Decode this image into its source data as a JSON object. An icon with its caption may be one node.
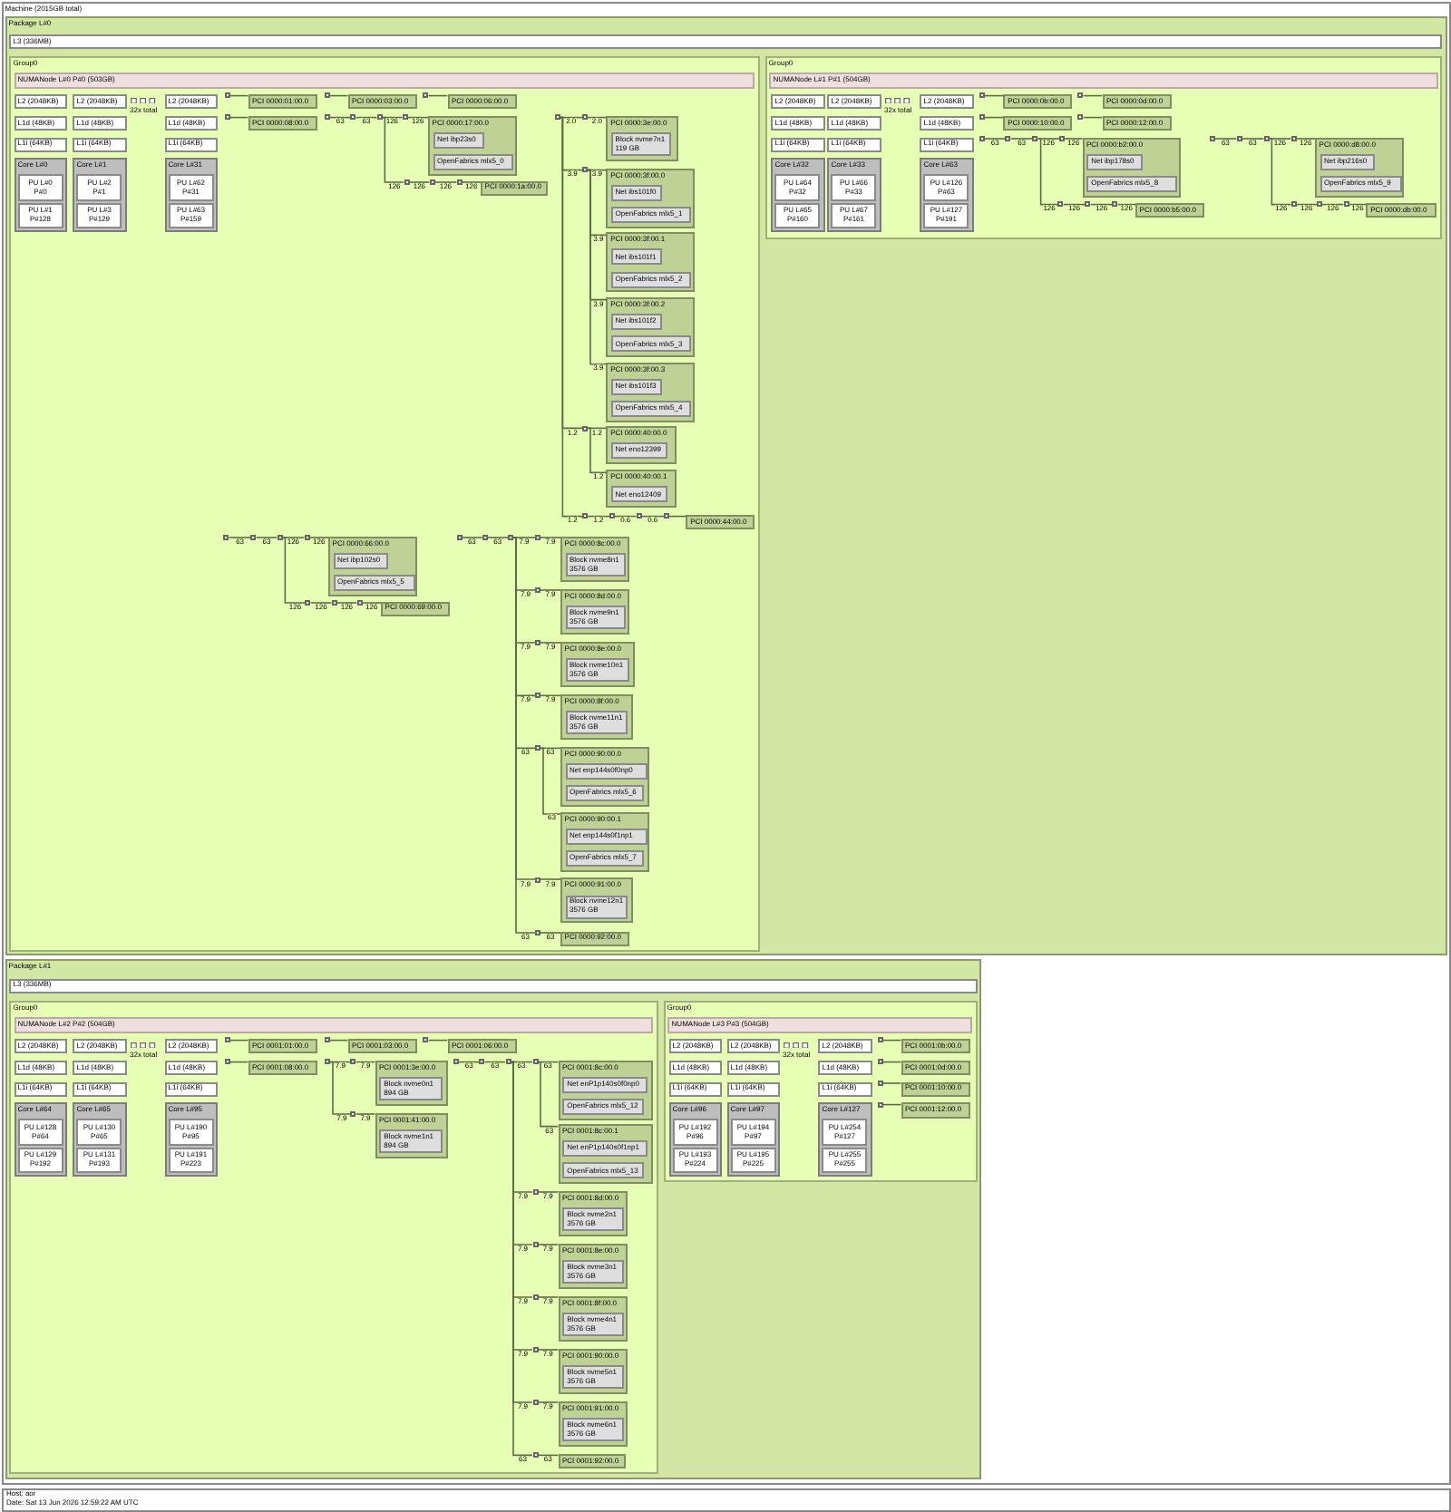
{
  "diagram": {
    "nodes": [
      {
        "text": [
          "Machine (2015GB total)"
        ]
      },
      {
        "text": [
          "Package L#0"
        ],
        "in": 0
      },
      {
        "text": [
          "L3 (336MB)"
        ],
        "in": 1
      },
      {
        "text": [
          "Group0"
        ],
        "in": 1
      },
      {
        "text": [
          "NUMANode L#0 P#0 (503GB)"
        ],
        "in": 3
      },
      {
        "text": [
          "L2 (2048KB)"
        ],
        "in": 3
      },
      {
        "text": [
          "L2 (2048KB)"
        ],
        "in": 3
      },
      {
        "text": [
          "L2 (2048KB)"
        ],
        "in": 3
      },
      {
        "text": [
          "L1d (48KB)"
        ],
        "in": 3
      },
      {
        "text": [
          "L1d (48KB)"
        ],
        "in": 3
      },
      {
        "text": [
          "L1d (48KB)"
        ],
        "in": 3
      },
      {
        "text": [
          "L1i (64KB)"
        ],
        "in": 3
      },
      {
        "text": [
          "L1i (64KB)"
        ],
        "in": 3
      },
      {
        "text": [
          "L1i (64KB)"
        ],
        "in": 3
      },
      {
        "text": [
          "Core L#0"
        ],
        "in": 3
      },
      {
        "text": [
          "PU L#0 P#0"
        ],
        "in": 14
      },
      {
        "text": [
          "PU L#1 P#128"
        ],
        "in": 14
      },
      {
        "text": [
          "Core L#1"
        ],
        "in": 3
      },
      {
        "text": [
          "PU L#2 P#1"
        ],
        "in": 17
      },
      {
        "text": [
          "PU L#3 P#129"
        ],
        "in": 17
      },
      {
        "text": [
          "Core L#31"
        ],
        "in": 3
      },
      {
        "text": [
          "PU L#62 P#31"
        ],
        "in": 20
      },
      {
        "text": [
          "PU L#63 P#159"
        ],
        "in": 20
      },
      {
        "text": [],
        "shape": "box",
        "in": 3
      },
      {
        "text": [
          "PCI 0000:01:00.0"
        ],
        "in": 3
      },
      {
        "text": [],
        "shape": "box",
        "in": 3
      },
      {
        "text": [
          "PCI 0000:03:00.0"
        ],
        "in": 3
      },
      {
        "text": [],
        "shape": "box",
        "in": 3
      },
      {
        "text": [
          "PCI 0000:06:00.0"
        ],
        "in": 3
      },
      {
        "text": [],
        "shape": "box",
        "in": 3
      },
      {
        "text": [
          "PCI 0000:08:00.0"
        ],
        "in": 3
      },
      {
        "text": [],
        "shape": "box",
        "in": 3
      },
      {
        "text": [],
        "shape": "box",
        "in": 3
      },
      {
        "text": [],
        "shape": "box",
        "in": 3
      },
      {
        "text": [],
        "shape": "box",
        "in": 3
      },
      {
        "text": [
          "PCI 0000:17:00.0"
        ],
        "in": 3
      },
      {
        "text": [
          "Net ibp23s0"
        ],
        "in": 35
      },
      {
        "text": [
          "OpenFabrics mlx5_0"
        ],
        "in": 35
      },
      {
        "text": [],
        "shape": "box",
        "in": 3
      },
      {
        "text": [],
        "shape": "box",
        "in": 3
      },
      {
        "text": [],
        "shape": "box",
        "in": 3
      },
      {
        "text": [
          "PCI 0000:1a:00.0"
        ],
        "in": 3
      },
      {
        "text": [],
        "shape": "box",
        "in": 3
      },
      {
        "text": [],
        "shape": "box",
        "in": 3
      },
      {
        "text": [
          "PCI 0000:3e:00.0"
        ],
        "in": 3
      },
      {
        "text": [
          "Block nvme7n1 119 GB"
        ],
        "in": 44
      },
      {
        "text": [],
        "shape": "box",
        "in": 3
      },
      {
        "text": [
          "PCI 0000:3f:00.0"
        ],
        "in": 3
      },
      {
        "text": [
          "Net ibs101f0"
        ],
        "in": 47
      },
      {
        "text": [
          "OpenFabrics mlx5_1"
        ],
        "in": 47
      },
      {
        "text": [
          "PCI 0000:3f:00.1"
        ],
        "in": 3
      },
      {
        "text": [
          "Net ibs101f1"
        ],
        "in": 50
      },
      {
        "text": [
          "OpenFabrics mlx5_2"
        ],
        "in": 50
      },
      {
        "text": [
          "PCI 0000:3f:00.2"
        ],
        "in": 3
      },
      {
        "text": [
          "Net ibs101f2"
        ],
        "in": 53
      },
      {
        "text": [
          "OpenFabrics mlx5_3"
        ],
        "in": 53
      },
      {
        "text": [
          "PCI 0000:3f:00.3"
        ],
        "in": 3
      },
      {
        "text": [
          "Net ibs101f3"
        ],
        "in": 56
      },
      {
        "text": [
          "OpenFabrics mlx5_4"
        ],
        "in": 56
      },
      {
        "text": [],
        "shape": "box",
        "in": 3
      },
      {
        "text": [
          "PCI 0000:40:00.0"
        ],
        "in": 3
      },
      {
        "text": [
          "Net eno12399"
        ],
        "in": 60
      },
      {
        "text": [
          "PCI 0000:40:00.1"
        ],
        "in": 3
      },
      {
        "text": [
          "Net eno12409"
        ],
        "in": 62
      },
      {
        "text": [],
        "shape": "box",
        "in": 3
      },
      {
        "text": [],
        "shape": "box",
        "in": 3
      },
      {
        "text": [],
        "shape": "box",
        "in": 3
      },
      {
        "text": [],
        "shape": "box",
        "in": 3
      },
      {
        "text": [
          "PCI 0000:44:00.0"
        ],
        "in": 3
      },
      {
        "text": [],
        "shape": "box",
        "in": 3
      },
      {
        "text": [],
        "shape": "box",
        "in": 3
      },
      {
        "text": [],
        "shape": "box",
        "in": 3
      },
      {
        "text": [],
        "shape": "box",
        "in": 3
      },
      {
        "text": [
          "PCI 0000:66:00.0"
        ],
        "in": 3
      },
      {
        "text": [
          "Net ibp102s0"
        ],
        "in": 73
      },
      {
        "text": [
          "OpenFabrics mlx5_5"
        ],
        "in": 73
      },
      {
        "text": [],
        "shape": "box",
        "in": 3
      },
      {
        "text": [],
        "shape": "box",
        "in": 3
      },
      {
        "text": [],
        "shape": "box",
        "in": 3
      },
      {
        "text": [
          "PCI 0000:69:00.0"
        ],
        "in": 3
      },
      {
        "text": [],
        "shape": "box",
        "in": 3
      },
      {
        "text": [],
        "shape": "box",
        "in": 3
      },
      {
        "text": [],
        "shape": "box",
        "in": 3
      },
      {
        "text": [],
        "shape": "box",
        "in": 3
      },
      {
        "text": [
          "PCI 0000:8c:00.0"
        ],
        "in": 3
      },
      {
        "text": [
          "Block nvme8n1 3576 GB"
        ],
        "in": 84
      },
      {
        "text": [],
        "shape": "box",
        "in": 3
      },
      {
        "text": [
          "PCI 0000:8d:00.0"
        ],
        "in": 3
      },
      {
        "text": [
          "Block nvme9n1 3576 GB"
        ],
        "in": 87
      },
      {
        "text": [],
        "shape": "box",
        "in": 3
      },
      {
        "text": [
          "PCI 0000:8e:00.0"
        ],
        "in": 3
      },
      {
        "text": [
          "Block nvme10n1 3576 GB"
        ],
        "in": 90
      },
      {
        "text": [],
        "shape": "box",
        "in": 3
      },
      {
        "text": [
          "PCI 0000:8f:00.0"
        ],
        "in": 3
      },
      {
        "text": [
          "Block nvme11n1 3576 GB"
        ],
        "in": 93
      },
      {
        "text": [],
        "shape": "box",
        "in": 3
      },
      {
        "text": [
          "PCI 0000:90:00.0"
        ],
        "in": 3
      },
      {
        "text": [
          "Net enp144s0f0np0"
        ],
        "in": 96
      },
      {
        "text": [
          "OpenFabrics mlx5_6"
        ],
        "in": 96
      },
      {
        "text": [
          "PCI 0000:90:00.1"
        ],
        "in": 3
      },
      {
        "text": [
          "Net enp144s0f1np1"
        ],
        "in": 99
      },
      {
        "text": [
          "OpenFabrics mlx5_7"
        ],
        "in": 99
      },
      {
        "text": [],
        "shape": "box",
        "in": 3
      },
      {
        "text": [
          "PCI 0000:91:00.0"
        ],
        "in": 3
      },
      {
        "text": [
          "Block nvme12n1 3576 GB"
        ],
        "in": 103
      },
      {
        "text": [],
        "shape": "box",
        "in": 3
      },
      {
        "text": [
          "PCI 0000:92:00.0"
        ],
        "in": 3
      },
      {
        "text": [
          "Group0"
        ],
        "in": 1
      },
      {
        "text": [
          "NUMANode L#1 P#1 (504GB)"
        ],
        "in": 107
      },
      {
        "text": [
          "L2 (2048KB)"
        ],
        "in": 107
      },
      {
        "text": [
          "L2 (2048KB)"
        ],
        "in": 107
      },
      {
        "text": [
          "L2 (2048KB)"
        ],
        "in": 107
      },
      {
        "text": [
          "L1d (48KB)"
        ],
        "in": 107
      },
      {
        "text": [
          "L1d (48KB)"
        ],
        "in": 107
      },
      {
        "text": [
          "L1d (48KB)"
        ],
        "in": 107
      },
      {
        "text": [
          "L1i (64KB)"
        ],
        "in": 107
      },
      {
        "text": [
          "L1i (64KB)"
        ],
        "in": 107
      },
      {
        "text": [
          "L1i (64KB)"
        ],
        "in": 107
      },
      {
        "text": [
          "Core L#32"
        ],
        "in": 107
      },
      {
        "text": [
          "PU L#64 P#32"
        ],
        "in": 118
      },
      {
        "text": [
          "PU L#65 P#160"
        ],
        "in": 118
      },
      {
        "text": [
          "Core L#33"
        ],
        "in": 107
      },
      {
        "text": [
          "PU L#66 P#33"
        ],
        "in": 121
      },
      {
        "text": [
          "PU L#67 P#161"
        ],
        "in": 121
      },
      {
        "text": [
          "Core L#63"
        ],
        "in": 107
      },
      {
        "text": [
          "PU L#126 P#63"
        ],
        "in": 124
      },
      {
        "text": [
          "PU L#127 P#191"
        ],
        "in": 124
      },
      {
        "text": [],
        "shape": "box",
        "in": 107
      },
      {
        "text": [
          "PCI 0000:0b:00.0"
        ],
        "in": 107
      },
      {
        "text": [],
        "shape": "box",
        "in": 107
      },
      {
        "text": [
          "PCI 0000:0d:00.0"
        ],
        "in": 107
      },
      {
        "text": [],
        "shape": "box",
        "in": 107
      },
      {
        "text": [
          "PCI 0000:10:00.0"
        ],
        "in": 107
      },
      {
        "text": [],
        "shape": "box",
        "in": 107
      },
      {
        "text": [
          "PCI 0000:12:00.0"
        ],
        "in": 107
      },
      {
        "text": [],
        "shape": "box",
        "in": 107
      },
      {
        "text": [],
        "shape": "box",
        "in": 107
      },
      {
        "text": [],
        "shape": "box",
        "in": 107
      },
      {
        "text": [],
        "shape": "box",
        "in": 107
      },
      {
        "text": [
          "PCI 0000:b2:00.0"
        ],
        "in": 107
      },
      {
        "text": [
          "Net ibp178s0"
        ],
        "in": 139
      },
      {
        "text": [
          "OpenFabrics mlx5_8"
        ],
        "in": 139
      },
      {
        "text": [],
        "shape": "box",
        "in": 107
      },
      {
        "text": [],
        "shape": "box",
        "in": 107
      },
      {
        "text": [],
        "shape": "box",
        "in": 107
      },
      {
        "text": [
          "PCI 0000:b5:00.0"
        ],
        "in": 107
      },
      {
        "text": [],
        "shape": "box",
        "in": 107
      },
      {
        "text": [],
        "shape": "box",
        "in": 107
      },
      {
        "text": [],
        "shape": "box",
        "in": 107
      },
      {
        "text": [],
        "shape": "box",
        "in": 107
      },
      {
        "text": [
          "PCI 0000:d8:00.0"
        ],
        "in": 107
      },
      {
        "text": [
          "Net ibp216s0"
        ],
        "in": 150
      },
      {
        "text": [
          "OpenFabrics mlx5_9"
        ],
        "in": 150
      },
      {
        "text": [],
        "shape": "box",
        "in": 107
      },
      {
        "text": [],
        "shape": "box",
        "in": 107
      },
      {
        "text": [],
        "shape": "box",
        "in": 107
      },
      {
        "text": [
          "PCI 0000:db:00.0"
        ],
        "in": 107
      },
      {
        "text": [
          "Package L#1"
        ],
        "in": 0
      },
      {
        "text": [
          "L3 (336MB)"
        ],
        "in": 157
      },
      {
        "text": [
          "Group0"
        ],
        "in": 157
      },
      {
        "text": [
          "NUMANode L#2 P#2 (504GB)"
        ],
        "in": 159
      },
      {
        "text": [
          "L2 (2048KB)"
        ],
        "in": 159
      },
      {
        "text": [
          "L2 (2048KB)"
        ],
        "in": 159
      },
      {
        "text": [
          "L2 (2048KB)"
        ],
        "in": 159
      },
      {
        "text": [
          "L1d (48KB)"
        ],
        "in": 159
      },
      {
        "text": [
          "L1d (48KB)"
        ],
        "in": 159
      },
      {
        "text": [
          "L1d (48KB)"
        ],
        "in": 159
      },
      {
        "text": [
          "L1i (64KB)"
        ],
        "in": 159
      },
      {
        "text": [
          "L1i (64KB)"
        ],
        "in": 159
      },
      {
        "text": [
          "L1i (64KB)"
        ],
        "in": 159
      },
      {
        "text": [
          "Core L#64"
        ],
        "in": 159
      },
      {
        "text": [
          "PU L#128 P#64"
        ],
        "in": 170
      },
      {
        "text": [
          "PU L#129 P#192"
        ],
        "in": 170
      },
      {
        "text": [
          "Core L#65"
        ],
        "in": 159
      },
      {
        "text": [
          "PU L#130 P#65"
        ],
        "in": 173
      },
      {
        "text": [
          "PU L#131 P#193"
        ],
        "in": 173
      },
      {
        "text": [
          "Core L#95"
        ],
        "in": 159
      },
      {
        "text": [
          "PU L#190 P#95"
        ],
        "in": 176
      },
      {
        "text": [
          "PU L#191 P#223"
        ],
        "in": 176
      },
      {
        "text": [],
        "shape": "box",
        "in": 159
      },
      {
        "text": [
          "PCI 0001:01:00.0"
        ],
        "in": 159
      },
      {
        "text": [],
        "shape": "box",
        "in": 159
      },
      {
        "text": [
          "PCI 0001:03:00.0"
        ],
        "in": 159
      },
      {
        "text": [],
        "shape": "box",
        "in": 159
      },
      {
        "text": [
          "PCI 0001:06:00.0"
        ],
        "in": 159
      },
      {
        "text": [],
        "shape": "box",
        "in": 159
      },
      {
        "text": [
          "PCI 0001:08:00.0"
        ],
        "in": 159
      },
      {
        "text": [],
        "shape": "box",
        "in": 159
      },
      {
        "text": [],
        "shape": "box",
        "in": 159
      },
      {
        "text": [
          "PCI 0001:3e:00.0"
        ],
        "in": 159
      },
      {
        "text": [
          "Block nvme0n1 894 GB"
        ],
        "in": 189
      },
      {
        "text": [],
        "shape": "box",
        "in": 159
      },
      {
        "text": [
          "PCI 0001:41:00.0"
        ],
        "in": 159
      },
      {
        "text": [
          "Block nvme1n1 894 GB"
        ],
        "in": 192
      },
      {
        "text": [],
        "shape": "box",
        "in": 159
      },
      {
        "text": [],
        "shape": "box",
        "in": 159
      },
      {
        "text": [],
        "shape": "box",
        "in": 159
      },
      {
        "text": [],
        "shape": "box",
        "in": 159
      },
      {
        "text": [
          "PCI 0001:8c:00.0"
        ],
        "in": 159
      },
      {
        "text": [
          "Net enP1p140s0f0np0"
        ],
        "in": 198
      },
      {
        "text": [
          "OpenFabrics mlx5_12"
        ],
        "in": 198
      },
      {
        "text": [
          "PCI 0001:8c:00.1"
        ],
        "in": 159
      },
      {
        "text": [
          "Net enP1p140s0f1np1"
        ],
        "in": 201
      },
      {
        "text": [
          "OpenFabrics mlx5_13"
        ],
        "in": 201
      },
      {
        "text": [],
        "shape": "box",
        "in": 159
      },
      {
        "text": [
          "PCI 0001:8d:00.0"
        ],
        "in": 159
      },
      {
        "text": [
          "Block nvme2n1 3576 GB"
        ],
        "in": 205
      },
      {
        "text": [],
        "shape": "box",
        "in": 159
      },
      {
        "text": [
          "PCI 0001:8e:00.0"
        ],
        "in": 159
      },
      {
        "text": [
          "Block nvme3n1 3576 GB"
        ],
        "in": 208
      },
      {
        "text": [],
        "shape": "box",
        "in": 159
      },
      {
        "text": [
          "PCI 0001:8f:00.0"
        ],
        "in": 159
      },
      {
        "text": [
          "Block nvme4n1 3576 GB"
        ],
        "in": 211
      },
      {
        "text": [],
        "shape": "box",
        "in": 159
      },
      {
        "text": [
          "PCI 0001:90:00.0"
        ],
        "in": 159
      },
      {
        "text": [
          "Block nvme5n1 3576 GB"
        ],
        "in": 214
      },
      {
        "text": [],
        "shape": "box",
        "in": 159
      },
      {
        "text": [
          "PCI 0001:91:00.0"
        ],
        "in": 159
      },
      {
        "text": [
          "Block nvme6n1 3576 GB"
        ],
        "in": 217
      },
      {
        "text": [],
        "shape": "box",
        "in": 159
      },
      {
        "text": [
          "PCI 0001:92:00.0"
        ],
        "in": 159
      },
      {
        "text": [
          "Group0"
        ],
        "in": 157
      },
      {
        "text": [
          "NUMANode L#3 P#3 (504GB)"
        ],
        "in": 221
      },
      {
        "text": [
          "L2 (2048KB)"
        ],
        "in": 221
      },
      {
        "text": [
          "L2 (2048KB)"
        ],
        "in": 221
      },
      {
        "text": [
          "L2 (2048KB)"
        ],
        "in": 221
      },
      {
        "text": [
          "L1d (48KB)"
        ],
        "in": 221
      },
      {
        "text": [
          "L1d (48KB)"
        ],
        "in": 221
      },
      {
        "text": [
          "L1d (48KB)"
        ],
        "in": 221
      },
      {
        "text": [
          "L1i (64KB)"
        ],
        "in": 221
      },
      {
        "text": [
          "L1i (64KB)"
        ],
        "in": 221
      },
      {
        "text": [
          "L1i (64KB)"
        ],
        "in": 221
      },
      {
        "text": [
          "Core L#96"
        ],
        "in": 221
      },
      {
        "text": [
          "PU L#192 P#96"
        ],
        "in": 232
      },
      {
        "text": [
          "PU L#193 P#224"
        ],
        "in": 232
      },
      {
        "text": [
          "Core L#97"
        ],
        "in": 221
      },
      {
        "text": [
          "PU L#194 P#97"
        ],
        "in": 235
      },
      {
        "text": [
          "PU L#195 P#225"
        ],
        "in": 235
      },
      {
        "text": [
          "Core L#127"
        ],
        "in": 221
      },
      {
        "text": [
          "PU L#254 P#127"
        ],
        "in": 238
      },
      {
        "text": [
          "PU L#255 P#255"
        ],
        "in": 238
      },
      {
        "text": [],
        "shape": "box",
        "in": 221
      },
      {
        "text": [
          "PCI 0001:0b:00.0"
        ],
        "in": 221
      },
      {
        "text": [],
        "shape": "box",
        "in": 221
      },
      {
        "text": [
          "PCI 0001:0d:00.0"
        ],
        "in": 221
      },
      {
        "text": [],
        "shape": "box",
        "in": 221
      },
      {
        "text": [
          "PCI 0001:10:00.0"
        ],
        "in": 221
      },
      {
        "text": [],
        "shape": "box",
        "in": 221
      },
      {
        "text": [
          "PCI 0001:12:00.0"
        ],
        "in": 221
      }
    ],
    "edges": [
      {
        "from": 23,
        "to": 24,
        "arrow": "none"
      },
      {
        "from": 25,
        "to": 26,
        "arrow": "none"
      },
      {
        "from": 27,
        "to": 28,
        "arrow": "none"
      },
      {
        "from": 29,
        "to": 30,
        "arrow": "none"
      },
      {
        "from": 31,
        "to": 32,
        "arrow": "none",
        "label": "63"
      },
      {
        "from": 32,
        "to": 33,
        "arrow": "none",
        "label": "63"
      },
      {
        "from": 33,
        "to": 34,
        "arrow": "none",
        "label": "126"
      },
      {
        "from": 34,
        "to": 35,
        "arrow": "none",
        "label": "126"
      },
      {
        "from": 33,
        "to": 38,
        "arrow": "none",
        "label": "126"
      },
      {
        "from": 38,
        "to": 39,
        "arrow": "none",
        "label": "126"
      },
      {
        "from": 39,
        "to": 40,
        "arrow": "none",
        "label": "126"
      },
      {
        "from": 40,
        "to": 41,
        "arrow": "none",
        "label": "126"
      },
      {
        "from": 42,
        "to": 43,
        "arrow": "none",
        "label": "2.0"
      },
      {
        "from": 43,
        "to": 44,
        "arrow": "none",
        "label": "2.0"
      },
      {
        "from": 42,
        "to": 46,
        "arrow": "none",
        "label": "3.9"
      },
      {
        "from": 46,
        "to": 47,
        "arrow": "none",
        "label": "3.9"
      },
      {
        "from": 46,
        "to": 50,
        "arrow": "none",
        "label": "3.9"
      },
      {
        "from": 46,
        "to": 53,
        "arrow": "none",
        "label": "3.9"
      },
      {
        "from": 46,
        "to": 56,
        "arrow": "none",
        "label": "3.9"
      },
      {
        "from": 42,
        "to": 59,
        "arrow": "none",
        "label": "1.2"
      },
      {
        "from": 59,
        "to": 60,
        "arrow": "none",
        "label": "1.2"
      },
      {
        "from": 59,
        "to": 62,
        "arrow": "none",
        "label": "1.2"
      },
      {
        "from": 42,
        "to": 64,
        "arrow": "none",
        "label": "1.2"
      },
      {
        "from": 64,
        "to": 65,
        "arrow": "none",
        "label": "1.2"
      },
      {
        "from": 65,
        "to": 66,
        "arrow": "none",
        "label": "0.6"
      },
      {
        "from": 66,
        "to": 67,
        "arrow": "none",
        "label": "0.6"
      },
      {
        "from": 67,
        "to": 68,
        "arrow": "none"
      },
      {
        "from": 69,
        "to": 70,
        "arrow": "none",
        "label": "63"
      },
      {
        "from": 70,
        "to": 71,
        "arrow": "none",
        "label": "63"
      },
      {
        "from": 71,
        "to": 72,
        "arrow": "none",
        "label": "126"
      },
      {
        "from": 72,
        "to": 73,
        "arrow": "none",
        "label": "126"
      },
      {
        "from": 71,
        "to": 76,
        "arrow": "none",
        "label": "126"
      },
      {
        "from": 76,
        "to": 77,
        "arrow": "none",
        "label": "126"
      },
      {
        "from": 77,
        "to": 78,
        "arrow": "none",
        "label": "126"
      },
      {
        "from": 78,
        "to": 79,
        "arrow": "none",
        "label": "126"
      },
      {
        "from": 80,
        "to": 81,
        "arrow": "none",
        "label": "63"
      },
      {
        "from": 81,
        "to": 82,
        "arrow": "none",
        "label": "63"
      },
      {
        "from": 82,
        "to": 83,
        "arrow": "none",
        "label": "7.9"
      },
      {
        "from": 83,
        "to": 84,
        "arrow": "none",
        "label": "7.9"
      },
      {
        "from": 82,
        "to": 86,
        "arrow": "none",
        "label": "7.9"
      },
      {
        "from": 86,
        "to": 87,
        "arrow": "none",
        "label": "7.9"
      },
      {
        "from": 82,
        "to": 89,
        "arrow": "none",
        "label": "7.9"
      },
      {
        "from": 89,
        "to": 90,
        "arrow": "none",
        "label": "7.9"
      },
      {
        "from": 82,
        "to": 92,
        "arrow": "none",
        "label": "7.9"
      },
      {
        "from": 92,
        "to": 93,
        "arrow": "none",
        "label": "7.9"
      },
      {
        "from": 82,
        "to": 95,
        "arrow": "none",
        "label": "63"
      },
      {
        "from": 95,
        "to": 96,
        "arrow": "none",
        "label": "63"
      },
      {
        "from": 95,
        "to": 99,
        "arrow": "none",
        "label": "63"
      },
      {
        "from": 82,
        "to": 102,
        "arrow": "none",
        "label": "7.9"
      },
      {
        "from": 102,
        "to": 103,
        "arrow": "none",
        "label": "7.9"
      },
      {
        "from": 82,
        "to": 105,
        "arrow": "none",
        "label": "63"
      },
      {
        "from": 105,
        "to": 106,
        "arrow": "none",
        "label": "63"
      },
      {
        "from": 127,
        "to": 128,
        "arrow": "none"
      },
      {
        "from": 129,
        "to": 130,
        "arrow": "none"
      },
      {
        "from": 131,
        "to": 132,
        "arrow": "none"
      },
      {
        "from": 133,
        "to": 134,
        "arrow": "none"
      },
      {
        "from": 135,
        "to": 136,
        "arrow": "none",
        "label": "63"
      },
      {
        "from": 136,
        "to": 137,
        "arrow": "none",
        "label": "63"
      },
      {
        "from": 137,
        "to": 138,
        "arrow": "none",
        "label": "126"
      },
      {
        "from": 138,
        "to": 139,
        "arrow": "none",
        "label": "126"
      },
      {
        "from": 137,
        "to": 142,
        "arrow": "none",
        "label": "126"
      },
      {
        "from": 142,
        "to": 143,
        "arrow": "none",
        "label": "126"
      },
      {
        "from": 143,
        "to": 144,
        "arrow": "none",
        "label": "126"
      },
      {
        "from": 144,
        "to": 145,
        "arrow": "none",
        "label": "126"
      },
      {
        "from": 146,
        "to": 147,
        "arrow": "none",
        "label": "63"
      },
      {
        "from": 147,
        "to": 148,
        "arrow": "none",
        "label": "63"
      },
      {
        "from": 148,
        "to": 149,
        "arrow": "none",
        "label": "126"
      },
      {
        "from": 149,
        "to": 150,
        "arrow": "none",
        "label": "126"
      },
      {
        "from": 148,
        "to": 153,
        "arrow": "none",
        "label": "126"
      },
      {
        "from": 153,
        "to": 154,
        "arrow": "none",
        "label": "126"
      },
      {
        "from": 154,
        "to": 155,
        "arrow": "none",
        "label": "126"
      },
      {
        "from": 155,
        "to": 156,
        "arrow": "none",
        "label": "126"
      },
      {
        "from": 179,
        "to": 180,
        "arrow": "none"
      },
      {
        "from": 181,
        "to": 182,
        "arrow": "none"
      },
      {
        "from": 183,
        "to": 184,
        "arrow": "none"
      },
      {
        "from": 185,
        "to": 186,
        "arrow": "none"
      },
      {
        "from": 187,
        "to": 188,
        "arrow": "none",
        "label": "7.9"
      },
      {
        "from": 188,
        "to": 189,
        "arrow": "none",
        "label": "7.9"
      },
      {
        "from": 187,
        "to": 191,
        "arrow": "none",
        "label": "7.9"
      },
      {
        "from": 191,
        "to": 192,
        "arrow": "none",
        "label": "7.9"
      },
      {
        "from": 194,
        "to": 195,
        "arrow": "none",
        "label": "63"
      },
      {
        "from": 195,
        "to": 196,
        "arrow": "none",
        "label": "63"
      },
      {
        "from": 196,
        "to": 197,
        "arrow": "none",
        "label": "63"
      },
      {
        "from": 197,
        "to": 198,
        "arrow": "none",
        "label": "63"
      },
      {
        "from": 197,
        "to": 201,
        "arrow": "none",
        "label": "63"
      },
      {
        "from": 196,
        "to": 204,
        "arrow": "none",
        "label": "7.9"
      },
      {
        "from": 204,
        "to": 205,
        "arrow": "none",
        "label": "7.9"
      },
      {
        "from": 196,
        "to": 207,
        "arrow": "none",
        "label": "7.9"
      },
      {
        "from": 207,
        "to": 208,
        "arrow": "none",
        "label": "7.9"
      },
      {
        "from": 196,
        "to": 210,
        "arrow": "none",
        "label": "7.9"
      },
      {
        "from": 210,
        "to": 211,
        "arrow": "none",
        "label": "7.9"
      },
      {
        "from": 196,
        "to": 213,
        "arrow": "none",
        "label": "7.9"
      },
      {
        "from": 213,
        "to": 214,
        "arrow": "none",
        "label": "7.9"
      },
      {
        "from": 196,
        "to": 216,
        "arrow": "none",
        "label": "7.9"
      },
      {
        "from": 216,
        "to": 217,
        "arrow": "none",
        "label": "7.9"
      },
      {
        "from": 196,
        "to": 219,
        "arrow": "none",
        "label": "63"
      },
      {
        "from": 219,
        "to": 220,
        "arrow": "none",
        "label": "63"
      },
      {
        "from": 241,
        "to": 242,
        "arrow": "none"
      },
      {
        "from": 243,
        "to": 244,
        "arrow": "none"
      },
      {
        "from": 245,
        "to": 246,
        "arrow": "none"
      },
      {
        "from": 247,
        "to": 248,
        "arrow": "none"
      }
    ],
    "labels": [
      "32x total",
      "32x total",
      "32x total",
      "32x total",
      "Host: aor",
      "Date: Sat 13 Jun 2026 12:59:22 AM UTC"
    ]
  }
}
